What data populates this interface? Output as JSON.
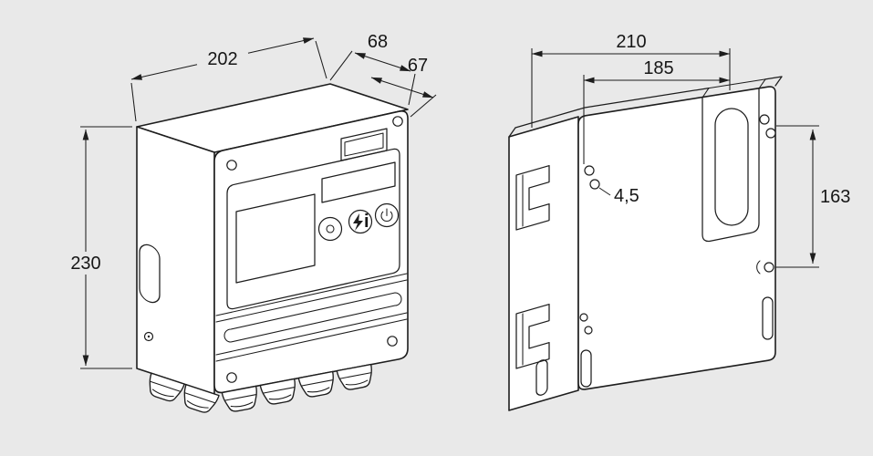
{
  "colors": {
    "background": "#e9e9e9",
    "line": "#1d1d1d",
    "face": "#ffffff"
  },
  "views": {
    "front": {
      "dimensions": {
        "width": "202",
        "depth_total": "68",
        "depth_housing": "67",
        "height": "230"
      },
      "panel": {
        "icons": [
          "reset-button-icon",
          "info-flash-button-icon",
          "power-button-icon"
        ],
        "buttons": {
          "info": {
            "glyph": "i"
          }
        }
      }
    },
    "rear": {
      "dimensions": {
        "width_total": "210",
        "mount_spacing_horizontal": "185",
        "hole_diameter": "4,5",
        "mount_spacing_vertical": "163"
      }
    }
  }
}
